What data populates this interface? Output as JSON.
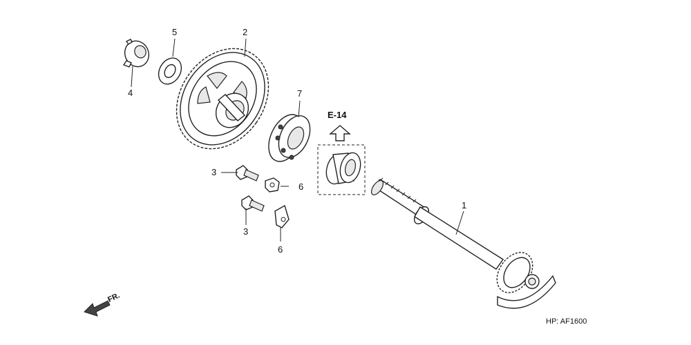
{
  "callouts": {
    "part_1": "1",
    "part_2": "2",
    "part_3_upper": "3",
    "part_3_lower": "3",
    "part_4": "4",
    "part_5": "5",
    "part_6_upper": "6",
    "part_6_lower": "6",
    "part_7": "7"
  },
  "reference_label": "E-14",
  "front_direction_label": "FR.",
  "diagram_code": "HP: AF1600"
}
